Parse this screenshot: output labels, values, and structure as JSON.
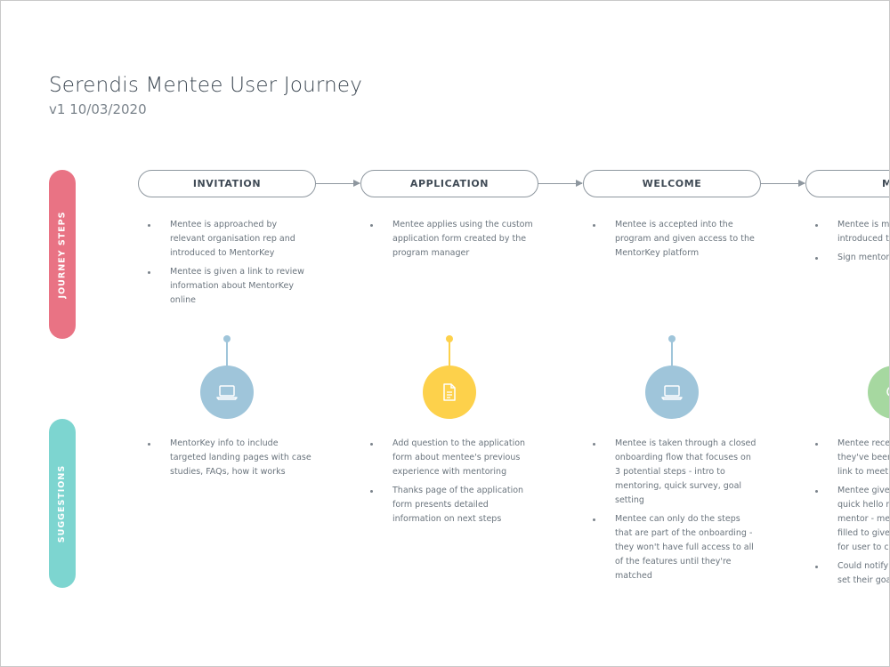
{
  "header": {
    "title": "Serendis Mentee User Journey",
    "subtitle": "v1 10/03/2020"
  },
  "lanes": {
    "steps_label": "JOURNEY STEPS",
    "suggestions_label": "SUGGESTIONS"
  },
  "colors": {
    "journey_lane": "#e97384",
    "suggestions_lane": "#7dd5d0",
    "blue_circle": "#9fc5da",
    "yellow_circle": "#fdd14b",
    "green_circle": "#a6d8a0"
  },
  "stages": [
    {
      "label": "INVITATION",
      "icon": "laptop-icon",
      "steps": [
        "Mentee is approached by relevant organisation rep and introduced to MentorKey",
        "Mentee is given a link to review information about MentorKey online"
      ],
      "suggestions": [
        "MentorKey info to include targeted landing pages with case studies, FAQs, how it works"
      ]
    },
    {
      "label": "APPLICATION",
      "icon": "document-icon",
      "steps": [
        "Mentee applies using the custom application form created by the program manager"
      ],
      "suggestions": [
        "Add question to the application form about mentee's previous experience with mentoring",
        "Thanks page of the application form presents detailed information on next steps"
      ]
    },
    {
      "label": "WELCOME",
      "icon": "laptop-icon",
      "steps": [
        "Mentee is accepted into the program and given access to the MentorKey platform"
      ],
      "suggestions": [
        "Mentee is taken through a closed onboarding flow that focuses on 3 potential steps -  intro to mentoring, quick survey, goal setting",
        "Mentee can only do the steps that are part of the onboarding - they won't have full access to all of the features until they're matched"
      ]
    },
    {
      "label": "MAT",
      "icon": "chat-icon",
      "steps": [
        "Mentee is ma",
        "introduced to",
        "Sign mentorin"
      ],
      "suggestions": [
        "Mentee receiv",
        "they've been",
        "link to meet th",
        "Mentee given",
        "quick hello m",
        "mentor - mes",
        "filled to give g",
        "for user to ch",
        "Could notify m",
        "set their goals"
      ]
    }
  ]
}
